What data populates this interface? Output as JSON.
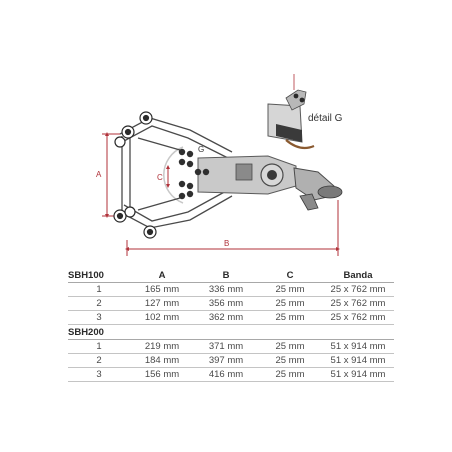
{
  "figure": {
    "dim_labels": {
      "a": "A",
      "b": "B",
      "c": "C",
      "g": "G"
    },
    "detail_label": "détail G",
    "colors": {
      "dimension": "#b0323a",
      "metal": "#9a9a9a",
      "dark": "#3a3a3a"
    }
  },
  "table": {
    "headers": [
      "SBH100",
      "A",
      "B",
      "C",
      "Banda"
    ],
    "groups": [
      {
        "name": "SBH100",
        "rows": [
          [
            "1",
            "165 mm",
            "336 mm",
            "25 mm",
            "25 x 762 mm"
          ],
          [
            "2",
            "127 mm",
            "356 mm",
            "25 mm",
            "25 x 762 mm"
          ],
          [
            "3",
            "102 mm",
            "362 mm",
            "25 mm",
            "25 x 762 mm"
          ]
        ]
      },
      {
        "name": "SBH200",
        "rows": [
          [
            "1",
            "219 mm",
            "371 mm",
            "25 mm",
            "51 x 914 mm"
          ],
          [
            "2",
            "184 mm",
            "397 mm",
            "25 mm",
            "51 x 914 mm"
          ],
          [
            "3",
            "156 mm",
            "416 mm",
            "25 mm",
            "51 x 914 mm"
          ]
        ]
      }
    ]
  }
}
